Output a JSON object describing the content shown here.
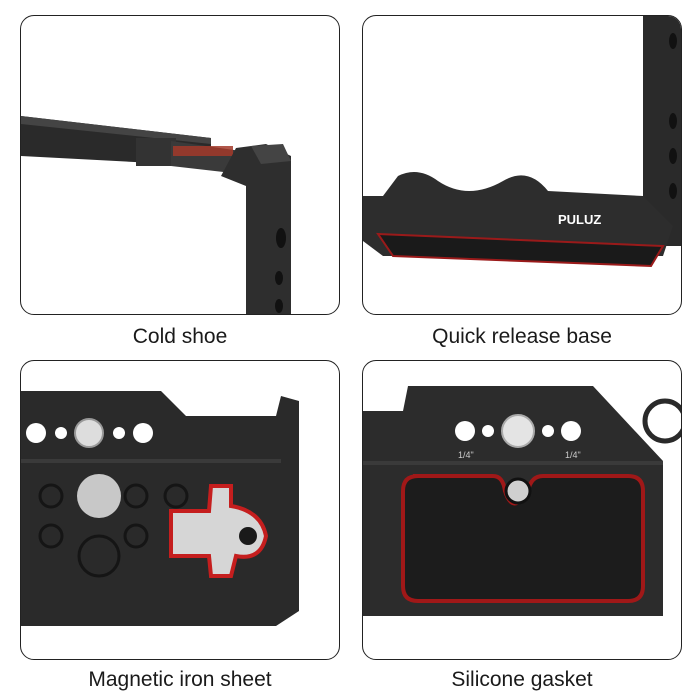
{
  "panels": [
    {
      "id": "cold-shoe",
      "caption": "Cold shoe"
    },
    {
      "id": "quick-release-base",
      "caption": "Quick release base",
      "brand": "PULUZ"
    },
    {
      "id": "magnetic-iron-sheet",
      "caption": "Magnetic iron sheet"
    },
    {
      "id": "silicone-gasket",
      "caption": "Silicone gasket",
      "hole_labels": [
        "1/4\"",
        "1/4\""
      ]
    }
  ],
  "colors": {
    "metal": "#2b2b2b",
    "metal_light": "#3a3a3a",
    "highlight_red": "#b01818",
    "border": "#222222"
  }
}
